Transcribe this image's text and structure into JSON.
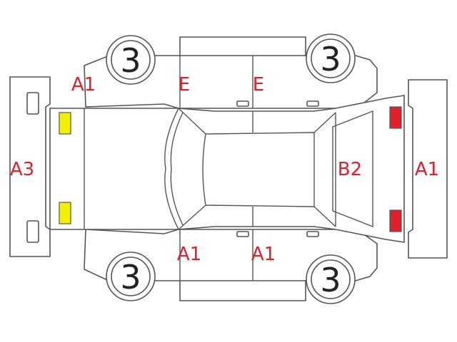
{
  "colors": {
    "outline": "#555555",
    "code_text": "#e0202a",
    "tire_text": "#222222",
    "lamp_front": "#f4f000",
    "lamp_rear": "#e0202a"
  },
  "tires": {
    "front_left": "3",
    "rear_left": "3",
    "front_right": "3",
    "rear_right": "3"
  },
  "damage_codes": {
    "front_fender_top": "A1",
    "front_door_top": "E",
    "rear_door_top": "E",
    "front_bumper": "A3",
    "rear_window": "B2",
    "rear_bumper": "A1",
    "front_door_bottom": "A1",
    "rear_door_bottom": "A1"
  }
}
